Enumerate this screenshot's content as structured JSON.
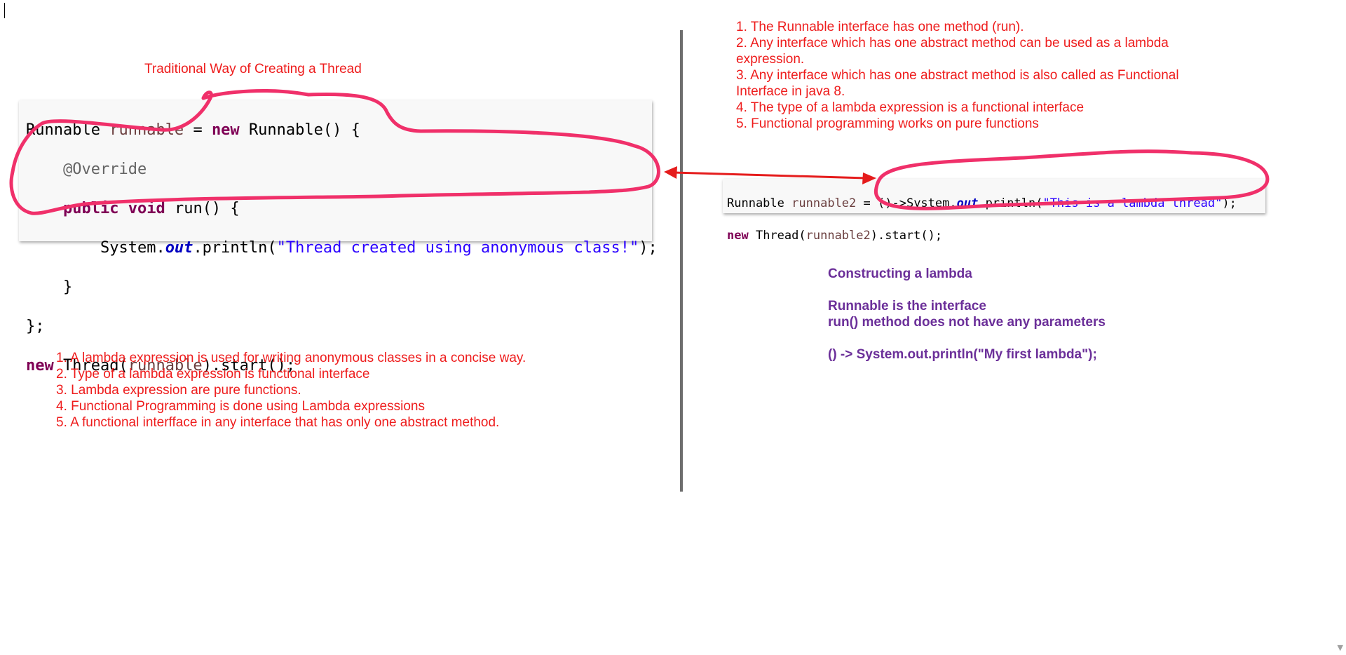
{
  "left_title": "Traditional Way of Creating a Thread",
  "code_traditional": {
    "l1_type": "Runnable",
    "l1_var": "runnable",
    "l1_eq": "=",
    "l1_new": "new",
    "l1_rest": "Runnable() {",
    "l2_annotation": "@Override",
    "l3_public": "public",
    "l3_void": "void",
    "l3_rest": "run() {",
    "l4_system": "System.",
    "l4_out": "out",
    "l4_println": ".println(",
    "l4_string": "\"Thread created using anonymous class!\"",
    "l4_end": ");",
    "l5": "}",
    "l6": "};",
    "l7_new": "new",
    "l7_thread": "Thread(",
    "l7_var": "runnable",
    "l7_end": ").start();"
  },
  "code_lambda": {
    "l1_type": "Runnable",
    "l1_var": "runnable2",
    "l1_eq": "=",
    "l1_lambda": "()->System.",
    "l1_out": "out",
    "l1_println": ".println(",
    "l1_string": "\"This is a lambda thread\"",
    "l1_end": ");",
    "l2_new": "new",
    "l2_thread": "Thread(",
    "l2_var": "runnable2",
    "l2_end": ").start();"
  },
  "right_notes": [
    "1. The Runnable interface has one method (run).",
    "2. Any interface which has one abstract method can be used as a lambda",
    "expression.",
    "3. Any interface which has one abstract method is also called as Functional",
    "Interface in java 8.",
    "4. The type of a lambda expression is a functional interface",
    "5. Functional programming works on pure functions"
  ],
  "left_notes": [
    "1. A lambda expression is used for writing anonymous classes in a concise way.",
    "2. Type of a lambda expression is functional interface",
    "3. Lambda expression are pure functions.",
    "4. Functional Programming is done using Lambda expressions",
    "5. A functional interfface in any interface that has only one abstract method."
  ],
  "lambda_notes": [
    "Constructing a lambda",
    "",
    "Runnable is the interface",
    "run() method does not have any parameters",
    "",
    "() -> System.out.println(\"My first lambda\");"
  ],
  "colors": {
    "note_red": "#ee1c1c",
    "note_purple": "#6b2f99",
    "ink_pink": "#f0306a",
    "arrow_red": "#e51c1c"
  },
  "icons": {
    "scroll_arrow": "chevron-down-icon"
  }
}
